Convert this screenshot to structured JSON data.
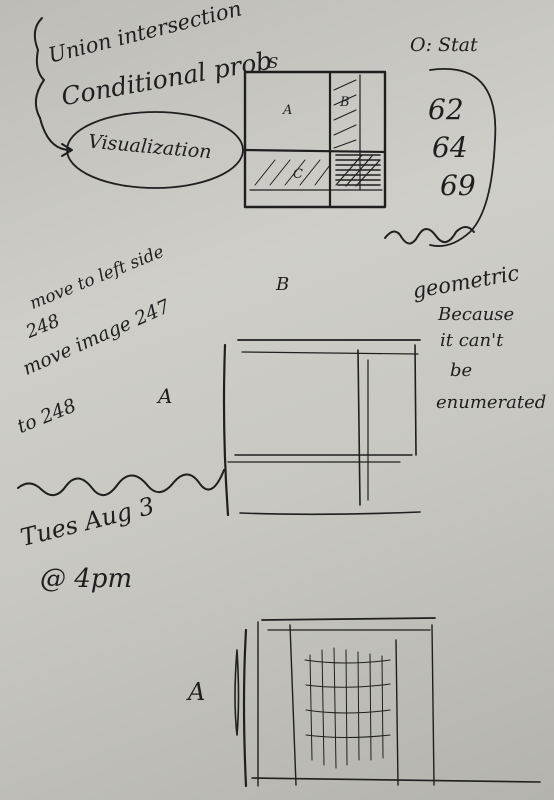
{
  "notes": {
    "topic_union": "Union intersection",
    "topic_conditional": "Conditional prob",
    "topic_visualization": "Visualization",
    "label_s": "S",
    "label_a_cell": "A",
    "label_b_cell": "B",
    "label_c_cell": "C",
    "stat_header": "O: Stat",
    "stat_1": "62",
    "stat_2": "64",
    "stat_3": "69",
    "label_b_mid": "B",
    "geometric": "geometric",
    "because_1": "Because",
    "because_2": "it can't",
    "because_3": "be",
    "because_4": "enumerated",
    "move_1a": "248",
    "move_1b": "move to left side",
    "move_2a": "move image 247",
    "move_2b": "to 248",
    "label_a_mid": "A",
    "date_1": "Tues Aug 3",
    "date_2": "@ 4pm",
    "label_a_bottom": "A"
  }
}
